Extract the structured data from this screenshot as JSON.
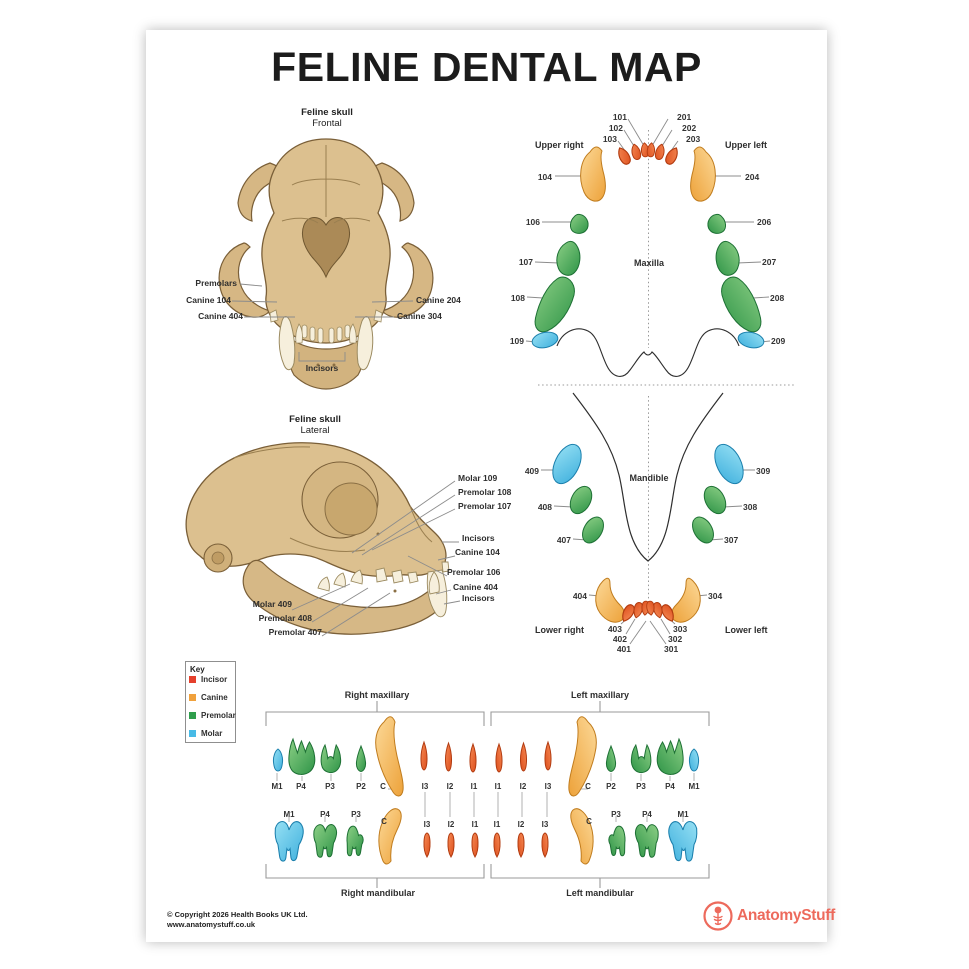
{
  "title": "FELINE DENTAL MAP",
  "frontal_skull": {
    "heading": "Feline skull",
    "subheading": "Frontal",
    "labels": {
      "premolars": "Premolars",
      "canine_104": "Canine 104",
      "canine_404": "Canine 404",
      "canine_204": "Canine 204",
      "canine_304": "Canine 304",
      "incisors": "Incisors"
    }
  },
  "lateral_skull": {
    "heading": "Feline skull",
    "subheading": "Lateral",
    "labels": {
      "molar_109": "Molar 109",
      "premolar_108": "Premolar 108",
      "premolar_107": "Premolar 107",
      "incisors_upper": "Incisors",
      "canine_104": "Canine 104",
      "premolar_106": "Premolar 106",
      "canine_404": "Canine 404",
      "incisors_lower": "Incisors",
      "molar_409": "Molar 409",
      "premolar_408": "Premolar 408",
      "premolar_407": "Premolar 407"
    }
  },
  "dental_map": {
    "maxilla": {
      "region": "Maxilla",
      "quadrant_right": "Upper right",
      "quadrant_left": "Upper left",
      "numbers": {
        "n101": "101",
        "n102": "102",
        "n103": "103",
        "n104": "104",
        "n106": "106",
        "n107": "107",
        "n108": "108",
        "n109": "109",
        "n201": "201",
        "n202": "202",
        "n203": "203",
        "n204": "204",
        "n206": "206",
        "n207": "207",
        "n208": "208",
        "n209": "209"
      }
    },
    "mandible": {
      "region": "Mandible",
      "quadrant_right": "Lower right",
      "quadrant_left": "Lower left",
      "numbers": {
        "n301": "301",
        "n302": "302",
        "n303": "303",
        "n304": "304",
        "n307": "307",
        "n308": "308",
        "n309": "309",
        "n401": "401",
        "n402": "402",
        "n403": "403",
        "n404": "404",
        "n407": "407",
        "n408": "408",
        "n409": "409"
      }
    }
  },
  "key": {
    "title": "Key",
    "items": [
      {
        "label": "Incisor",
        "color": "#e5402c"
      },
      {
        "label": "Canine",
        "color": "#f0a13c"
      },
      {
        "label": "Premolar",
        "color": "#2f9e4c"
      },
      {
        "label": "Molar",
        "color": "#47bae6"
      }
    ]
  },
  "tooth_chart": {
    "right_maxillary": "Right maxillary",
    "left_maxillary": "Left maxillary",
    "right_mandibular": "Right mandibular",
    "left_mandibular": "Left mandibular",
    "maxillary_right": [
      "M1",
      "P4",
      "P3",
      "P2",
      "C",
      "I3",
      "I2",
      "I1"
    ],
    "maxillary_left": [
      "I1",
      "I2",
      "I3",
      "C",
      "P2",
      "P3",
      "P4",
      "M1"
    ],
    "mandibular_right": [
      "M1",
      "P4",
      "P3",
      "C",
      "I3",
      "I2",
      "I1"
    ],
    "mandibular_left": [
      "I1",
      "I2",
      "I3",
      "C",
      "P3",
      "P4",
      "M1"
    ]
  },
  "footer": {
    "copyright": "© Copyright 2026 Health Books UK Ltd.",
    "website": "www.anatomystuff.co.uk",
    "brand": "AnatomyStuff"
  }
}
